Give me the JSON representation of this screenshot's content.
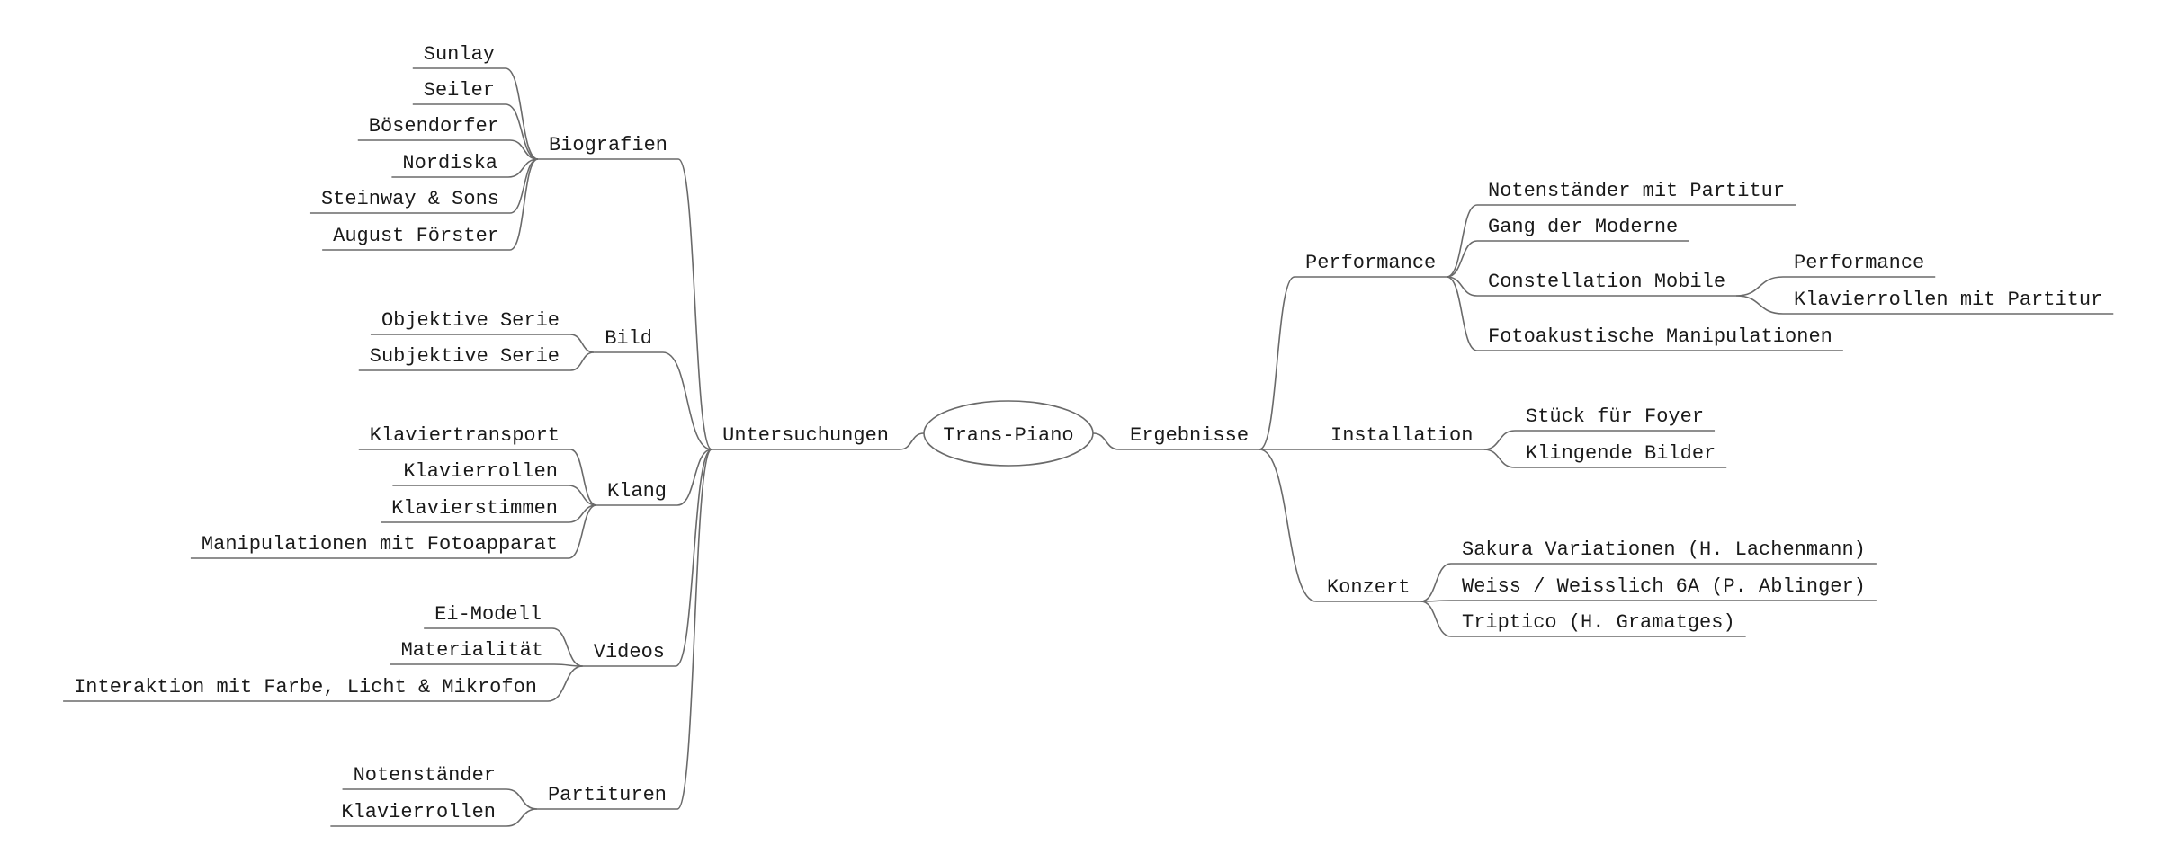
{
  "mindmap": {
    "root": "Trans-Piano",
    "left": {
      "label": "Untersuchungen",
      "groups": [
        {
          "label": "Biografien",
          "items": [
            "Sunlay",
            "Seiler",
            "Bösendorfer",
            "Nordiska",
            "Steinway & Sons",
            "August Förster"
          ]
        },
        {
          "label": "Bild",
          "items": [
            "Objektive Serie",
            "Subjektive Serie"
          ]
        },
        {
          "label": "Klang",
          "items": [
            "Klaviertransport",
            "Klavierrollen",
            "Klavierstimmen",
            "Manipulationen mit Fotoapparat"
          ]
        },
        {
          "label": "Videos",
          "items": [
            "Ei-Modell",
            "Materialität",
            "Interaktion mit Farbe, Licht & Mikrofon"
          ]
        },
        {
          "label": "Partituren",
          "items": [
            "Notenständer",
            "Klavierrollen"
          ]
        }
      ]
    },
    "right": {
      "label": "Ergebnisse",
      "groups": [
        {
          "label": "Performance",
          "items": [
            "Notenständer mit Partitur",
            "Gang der Moderne",
            "Constellation Mobile",
            "Fotoakustische Manipulationen"
          ],
          "sub": {
            "parent": "Constellation Mobile",
            "items": [
              "Performance",
              "Klavierrollen mit Partitur"
            ]
          }
        },
        {
          "label": "Installation",
          "items": [
            "Stück für Foyer",
            "Klingende Bilder"
          ]
        },
        {
          "label": "Konzert",
          "items": [
            "Sakura Variationen (H. Lachenmann)",
            "Weiss / Weisslich 6A (P. Ablinger)",
            "Triptico (H. Gramatges)"
          ]
        }
      ]
    }
  }
}
